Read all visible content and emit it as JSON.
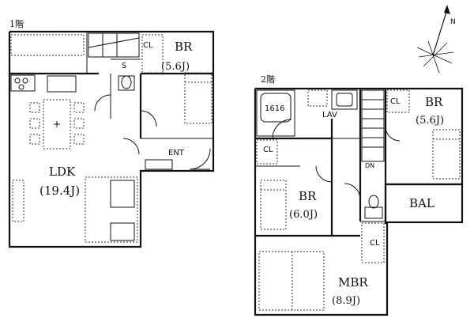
{
  "floor1": {
    "title": "1階",
    "rooms": {
      "br_name": "BR",
      "br_size": "(5.6J)",
      "ldk_name": "LDK",
      "ldk_size": "(19.4J)",
      "cl": "CL",
      "s": "S",
      "ent": "ENT"
    }
  },
  "floor2": {
    "title": "2階",
    "rooms": {
      "bath": "1616",
      "lav": "LAV",
      "br1_name": "BR",
      "br1_size": "(5.6J)",
      "br2_name": "BR",
      "br2_size": "(6.0J)",
      "mbr_name": "MBR",
      "mbr_size": "(8.9J)",
      "bal": "BAL",
      "cl_a": "CL",
      "cl_b": "CL",
      "cl_c": "CL",
      "dn": "DN"
    }
  },
  "compass": {
    "label": "N",
    "icon": "north-arrow-icon"
  }
}
